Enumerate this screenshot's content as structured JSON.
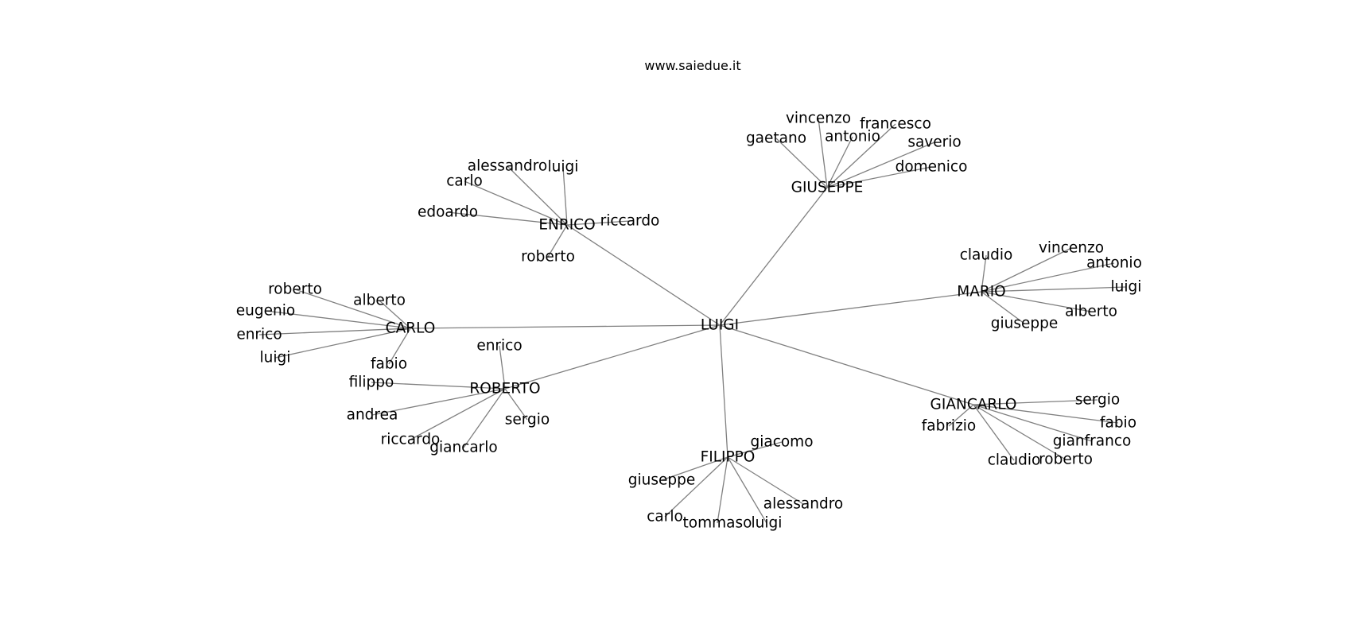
{
  "site": "www.saiedue.it",
  "colors": {
    "edge": "#808080",
    "text": "#000000",
    "background": "#ffffff"
  },
  "graph": {
    "root": "LUIGI",
    "children": [
      {
        "label": "GIUSEPPE",
        "children": [
          "vincenzo",
          "francesco",
          "gaetano",
          "antonio",
          "saverio",
          "domenico"
        ]
      },
      {
        "label": "ENRICO",
        "children": [
          "alessandro",
          "luigi",
          "carlo",
          "edoardo",
          "riccardo",
          "roberto"
        ]
      },
      {
        "label": "MARIO",
        "children": [
          "claudio",
          "vincenzo",
          "antonio",
          "luigi",
          "alberto",
          "giuseppe"
        ]
      },
      {
        "label": "CARLO",
        "children": [
          "roberto",
          "alberto",
          "eugenio",
          "enrico",
          "luigi",
          "fabio"
        ]
      },
      {
        "label": "ROBERTO",
        "children": [
          "enrico",
          "filippo",
          "andrea",
          "sergio",
          "riccardo",
          "giancarlo"
        ]
      },
      {
        "label": "GIANCARLO",
        "children": [
          "sergio",
          "fabrizio",
          "fabio",
          "gianfranco",
          "claudio",
          "roberto"
        ]
      },
      {
        "label": "FILIPPO",
        "children": [
          "giacomo",
          "giuseppe",
          "alessandro",
          "carlo",
          "tommaso",
          "luigi"
        ]
      }
    ]
  }
}
